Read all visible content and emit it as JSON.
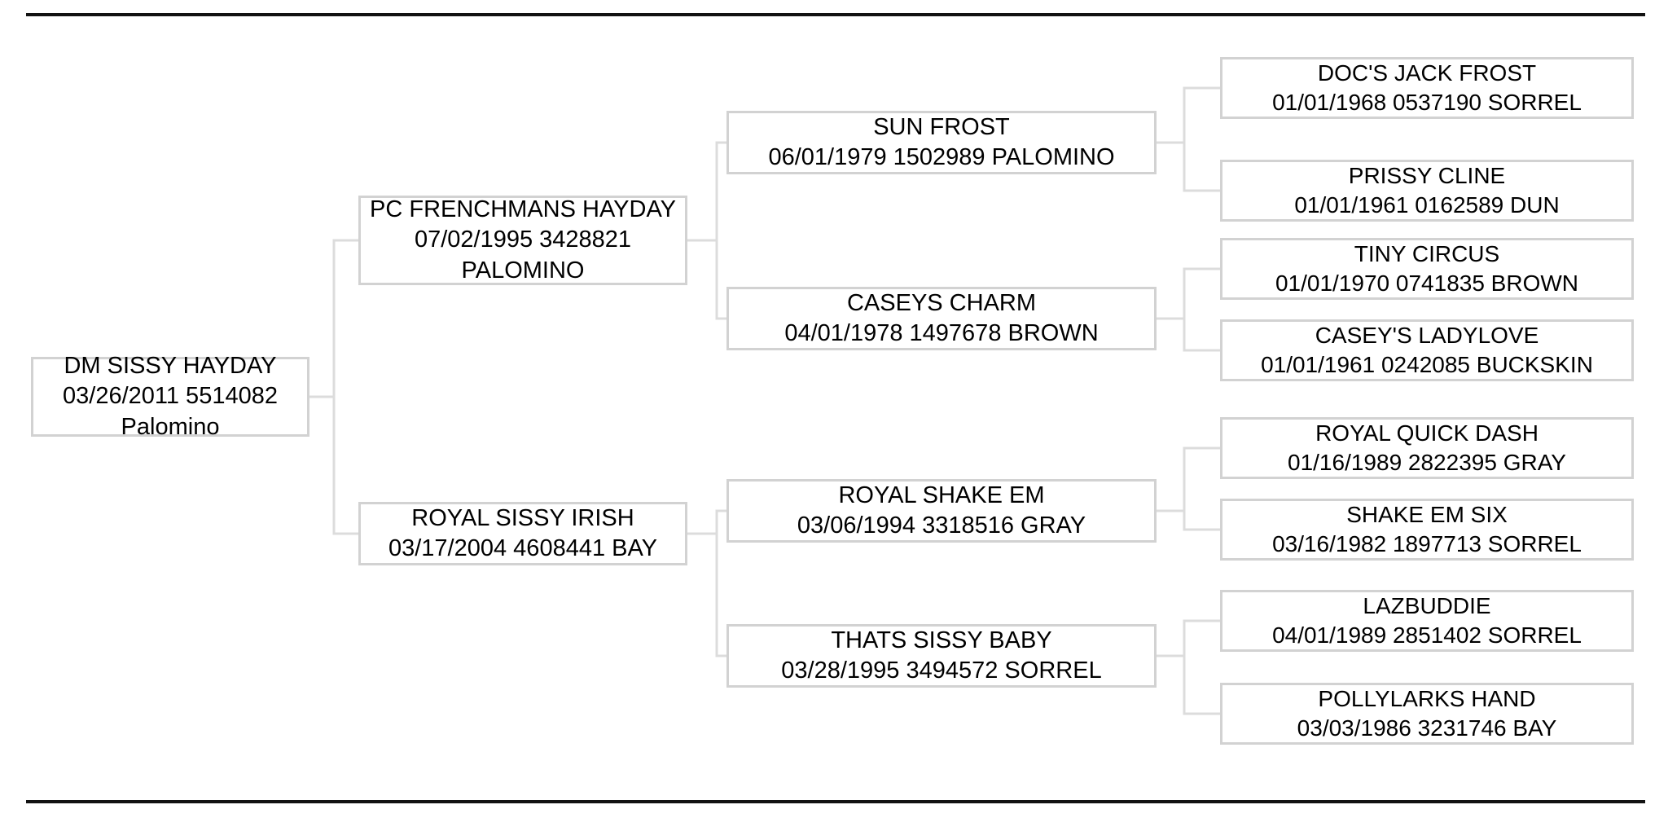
{
  "chart_data": {
    "type": "diagram",
    "diagram_kind": "pedigree-tree",
    "generations": 4,
    "orientation": "left-to-right",
    "title": "",
    "colors": {
      "box_border": "#d2d2d2",
      "connector": "#dcdcdc",
      "page_rule": "#121212",
      "background": "#ffffff",
      "text": "#000000"
    }
  },
  "nodes": {
    "subject": {
      "name": "DM SISSY HAYDAY",
      "details": "03/26/2011 5514082",
      "color": "Palomino"
    },
    "sire": {
      "name": "PC FRENCHMANS HAYDAY",
      "details": "07/02/1995 3428821",
      "color": "PALOMINO"
    },
    "dam": {
      "name": "ROYAL SISSY IRISH",
      "details": "03/17/2004 4608441 BAY"
    },
    "sire_sire": {
      "name": "SUN FROST",
      "details": "06/01/1979 1502989 PALOMINO"
    },
    "sire_dam": {
      "name": "CASEYS CHARM",
      "details": "04/01/1978 1497678 BROWN"
    },
    "dam_sire": {
      "name": "ROYAL SHAKE EM",
      "details": "03/06/1994 3318516 GRAY"
    },
    "dam_dam": {
      "name": "THATS SISSY BABY",
      "details": "03/28/1995 3494572 SORREL"
    },
    "sire_sire_sire": {
      "name": "DOC'S JACK FROST",
      "details": "01/01/1968 0537190 SORREL"
    },
    "sire_sire_dam": {
      "name": "PRISSY CLINE",
      "details": "01/01/1961 0162589 DUN"
    },
    "sire_dam_sire": {
      "name": "TINY CIRCUS",
      "details": "01/01/1970 0741835 BROWN"
    },
    "sire_dam_dam": {
      "name": "CASEY'S LADYLOVE",
      "details": "01/01/1961 0242085 BUCKSKIN"
    },
    "dam_sire_sire": {
      "name": "ROYAL QUICK DASH",
      "details": "01/16/1989 2822395 GRAY"
    },
    "dam_sire_dam": {
      "name": "SHAKE EM SIX",
      "details": "03/16/1982 1897713 SORREL"
    },
    "dam_dam_sire": {
      "name": "LAZBUDDIE",
      "details": "04/01/1989 2851402 SORREL"
    },
    "dam_dam_dam": {
      "name": "POLLYLARKS HAND",
      "details": "03/03/1986 3231746 BAY"
    }
  }
}
